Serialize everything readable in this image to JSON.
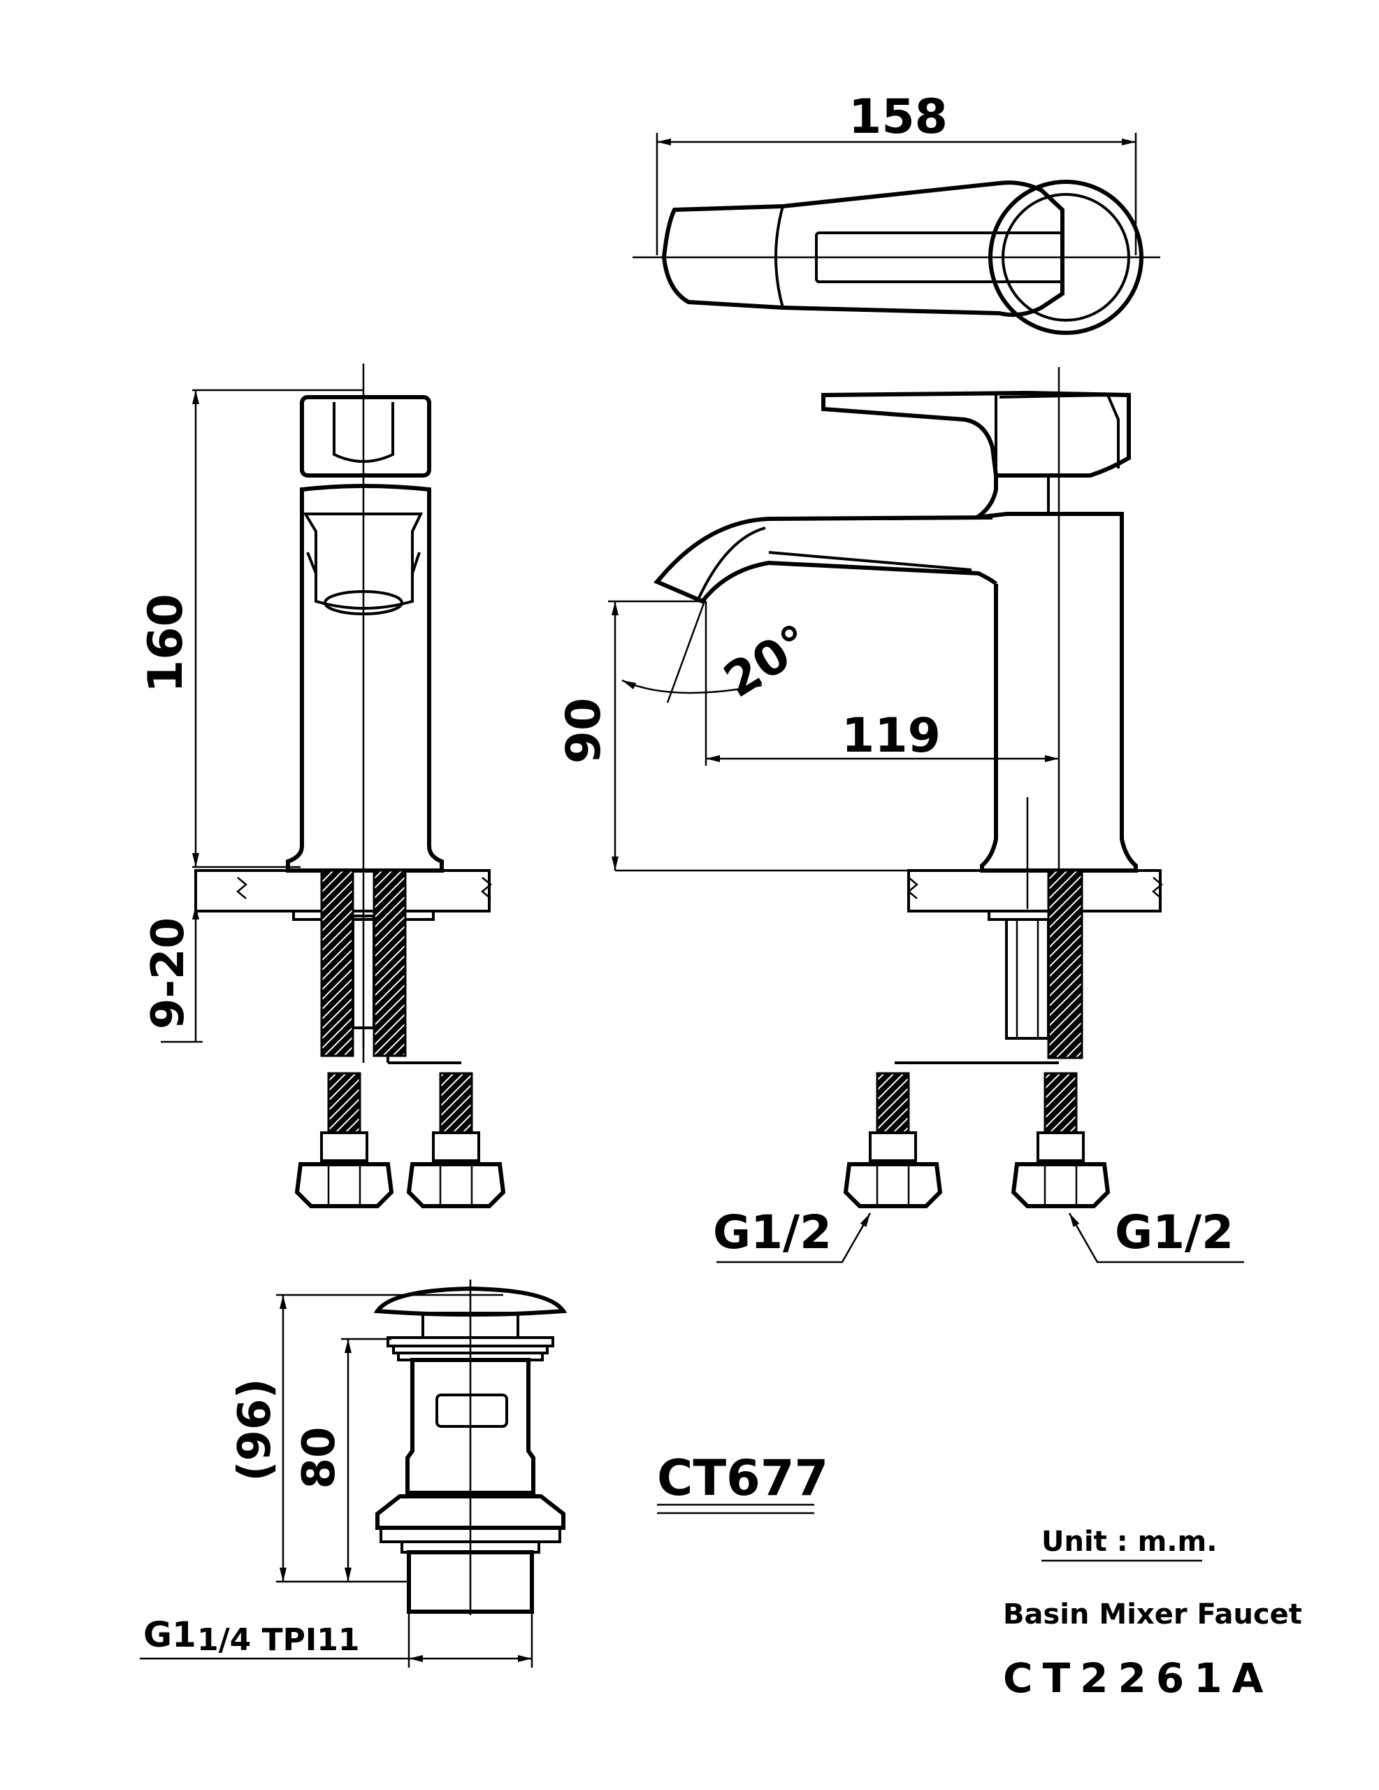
{
  "dimensions": {
    "top_width": "158",
    "front_height": "160",
    "deck_thickness": "9-20",
    "spout_height": "90",
    "spout_reach": "119",
    "spout_angle": "20°",
    "inlet_left": "G1/2",
    "inlet_right": "G1/2",
    "waste_overall": "(96)",
    "waste_body": "80",
    "waste_thread_main": "G1",
    "waste_thread_detail": "1/4 TPI11"
  },
  "waste_model": "CT677",
  "title_block": {
    "unit": "Unit : m.m.",
    "product_name": "Basin Mixer Faucet",
    "model": "CT2261A"
  },
  "colors": {
    "line": "#000000",
    "background": "#ffffff"
  }
}
